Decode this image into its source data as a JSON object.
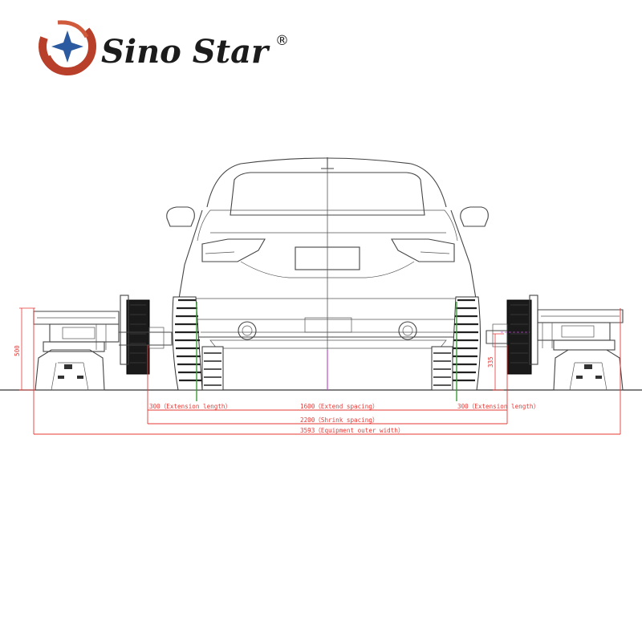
{
  "brand": {
    "name": "Sino Star",
    "registered_mark": "®",
    "colors": {
      "swirl_red": "#b8402a",
      "star_blue": "#2c5aa0",
      "text": "#1c1c1c"
    }
  },
  "dimensions": {
    "left_extension": "300（Extension length）",
    "extend_spacing": "1600（Extend spacing）",
    "right_extension": "300（Extension length）",
    "shrink_spacing": "2200（Shrink spacing）",
    "outer_width": "3593（Equipment outer width）",
    "left_height": "500",
    "right_height": "335"
  },
  "colors": {
    "dimension_line": "#e53935",
    "guide_green": "#3a9d3a",
    "center_magenta": "#c04ad0",
    "drawing": "#444444"
  }
}
